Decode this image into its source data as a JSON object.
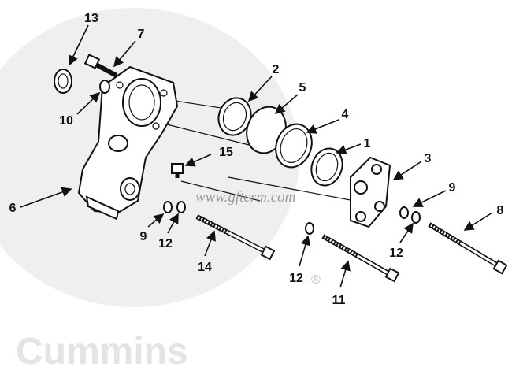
{
  "watermark": {
    "site": "www.gftcrm.com",
    "logo_text": "Cummins",
    "registered_mark": "®"
  },
  "callouts": {
    "c13": "13",
    "c7": "7",
    "c10": "10",
    "c2": "2",
    "c5": "5",
    "c4": "4",
    "c1": "1",
    "c15": "15",
    "c3": "3",
    "c9r": "9",
    "c6": "6",
    "c9l": "9",
    "c12l": "12",
    "c14": "14",
    "c12m": "12",
    "c11": "11",
    "c12r": "12",
    "c8": "8"
  }
}
